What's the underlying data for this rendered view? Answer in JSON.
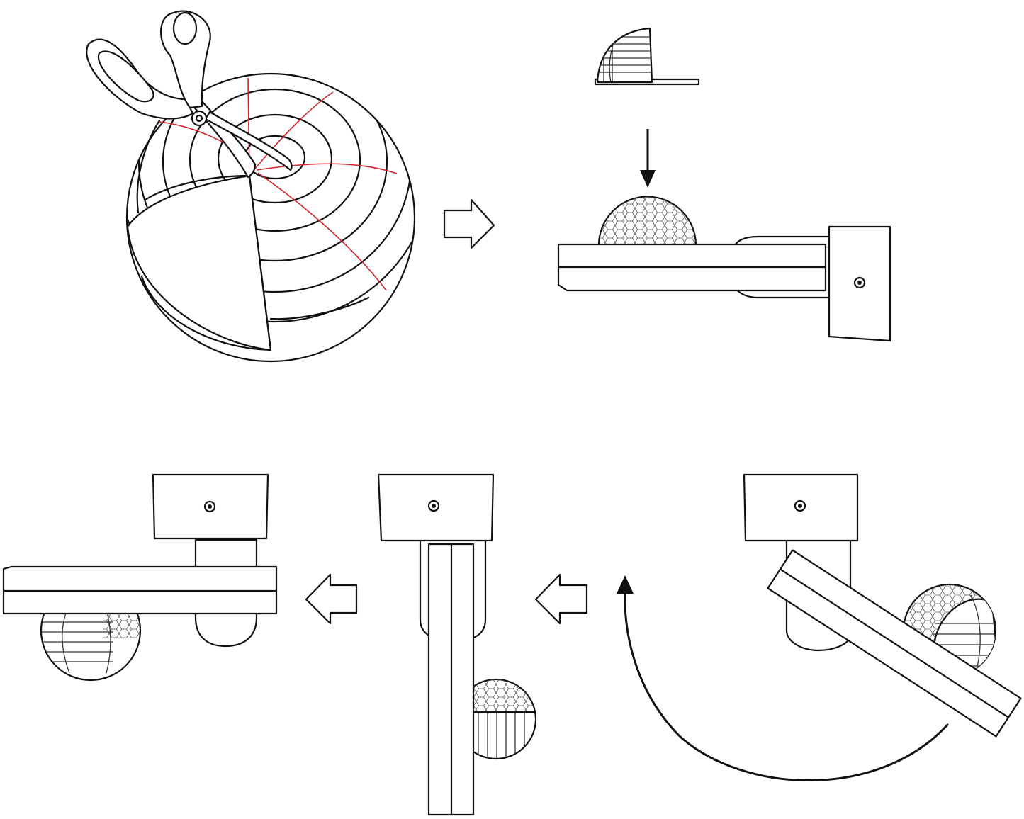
{
  "diagram": {
    "steps": [
      {
        "id": "cut-lens-mask",
        "icon": "scissors-cutting-lens-mask"
      },
      {
        "id": "fit-mask-on-lens",
        "icon": "lens-mask-placed-on-sensor"
      },
      {
        "id": "rotate-sensor",
        "icon": "rotate-arrow"
      },
      {
        "id": "sensor-vertical",
        "icon": "sensor-vertical-mount"
      },
      {
        "id": "sensor-flipped",
        "icon": "sensor-horizontal-flipped"
      }
    ],
    "colors": {
      "line": "#111111",
      "cut_lines": "#d2232a",
      "background": "#ffffff"
    }
  }
}
